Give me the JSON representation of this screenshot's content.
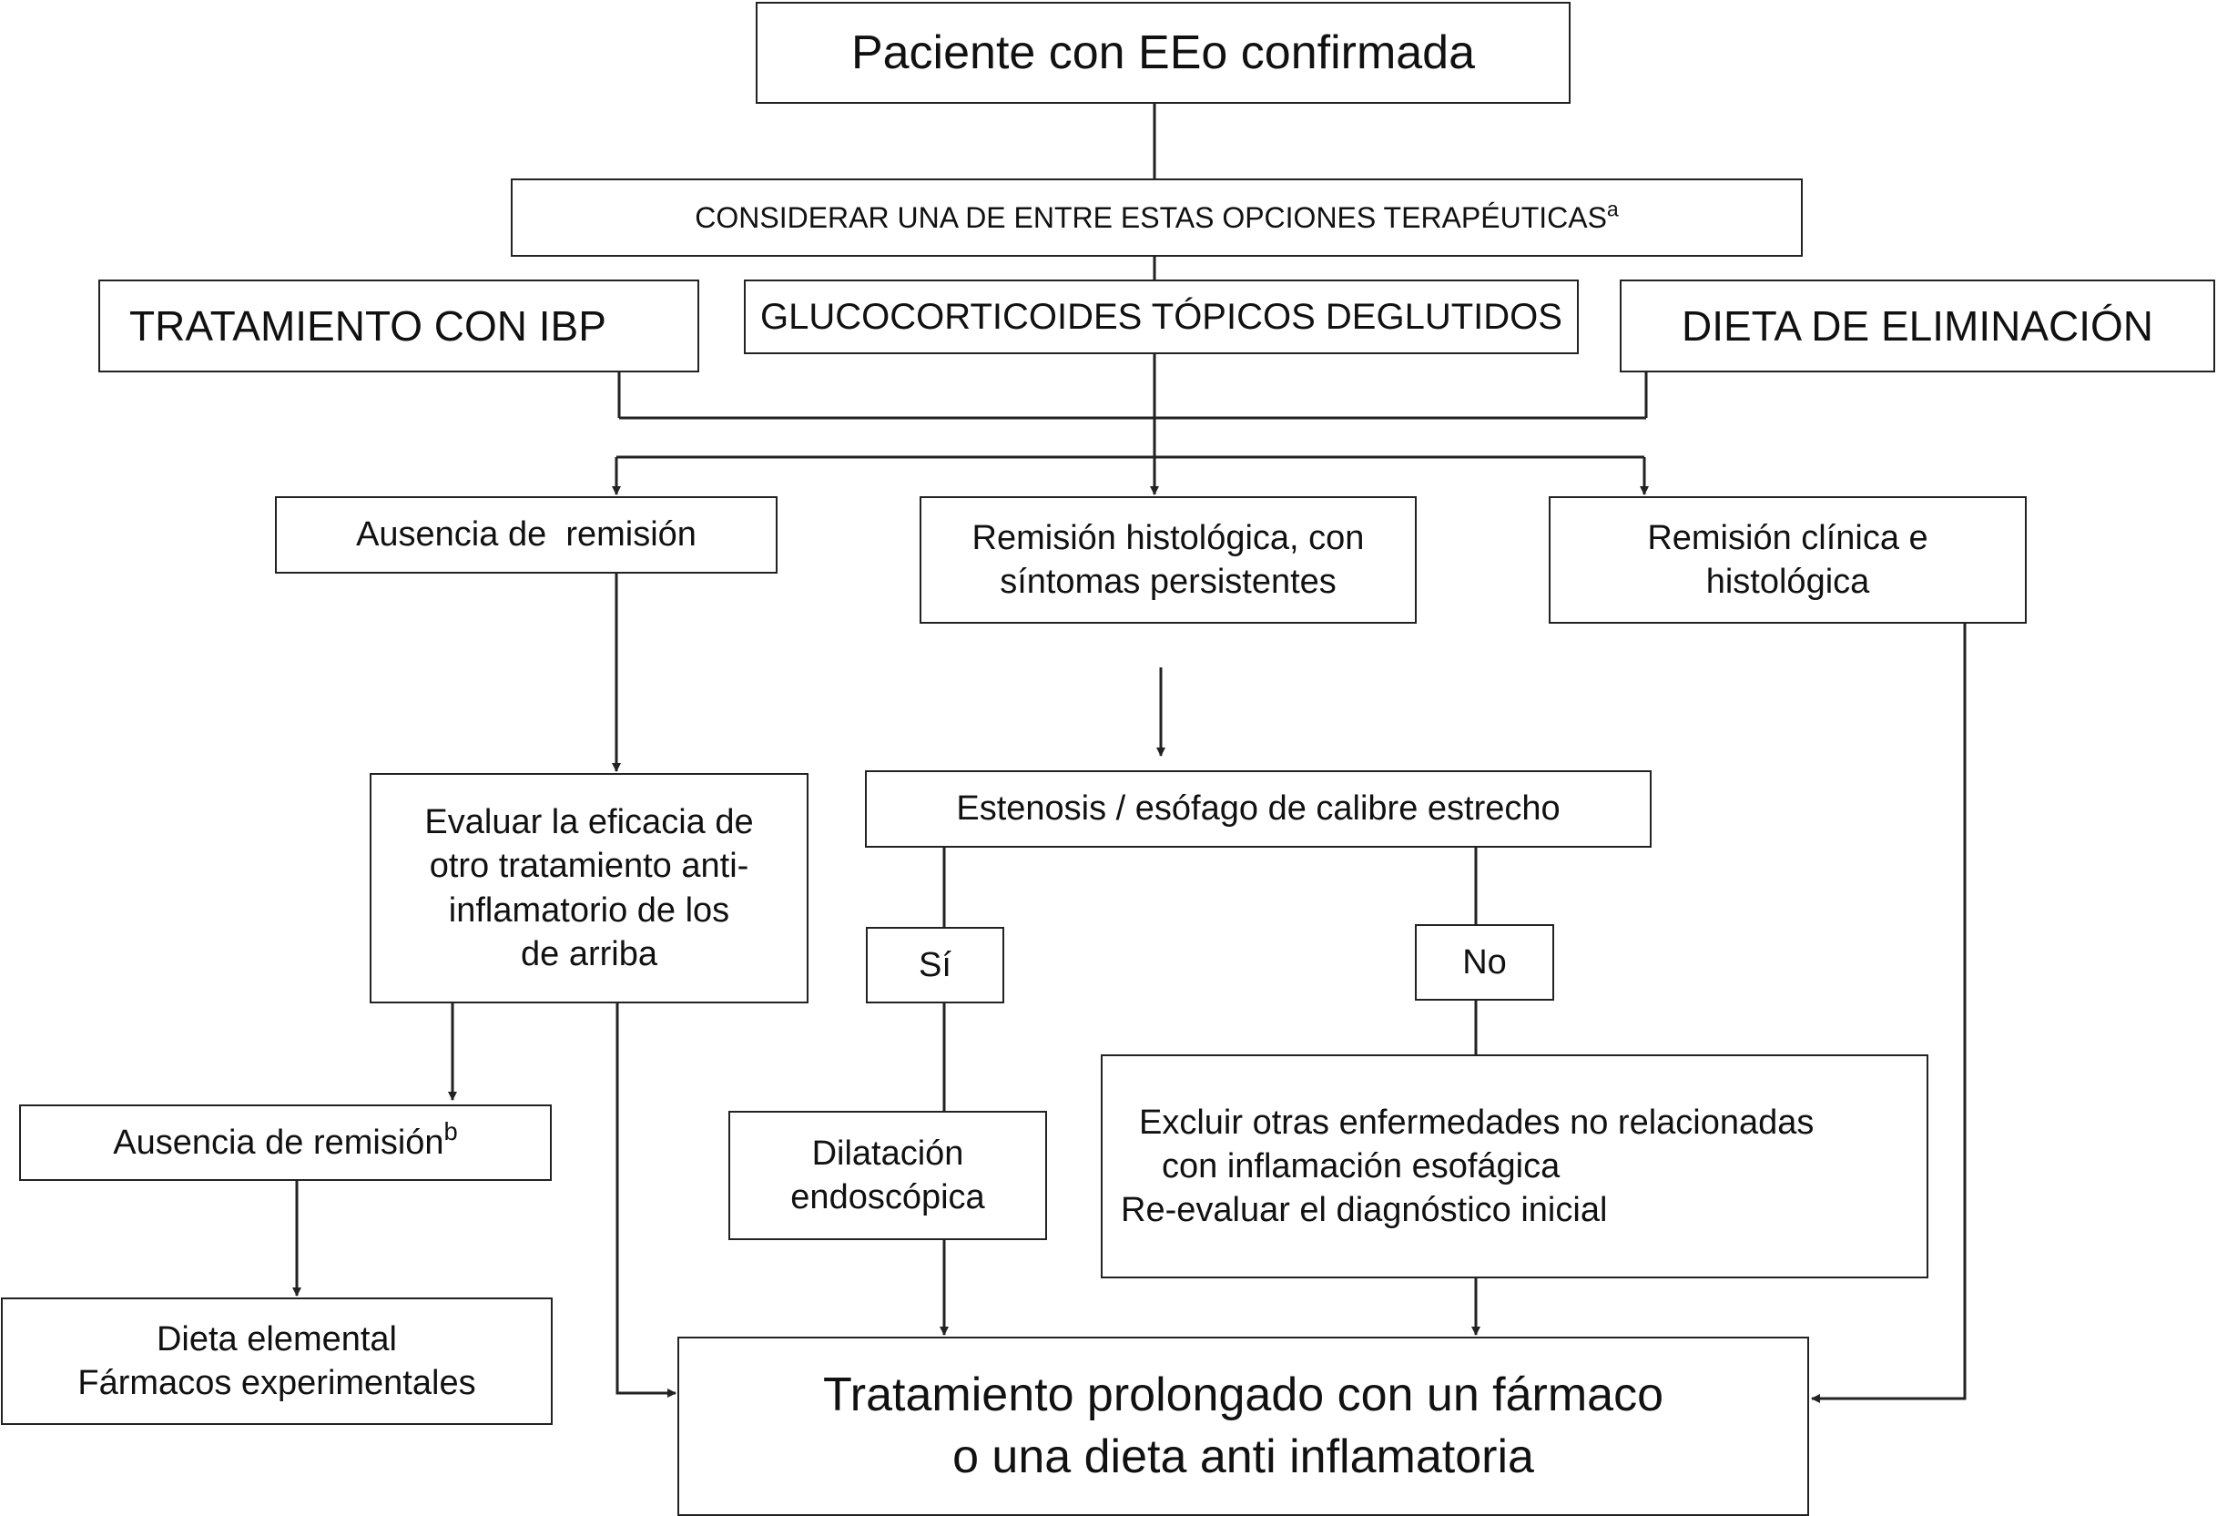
{
  "nodes": {
    "patient": "Paciente con EEo confirmada",
    "consider": {
      "text": "CONSIDERAR UNA DE ENTRE ESTAS OPCIONES TERAPÉUTICAS",
      "sup": "a"
    },
    "ibp": "TRATAMIENTO CON IBP",
    "gluco": "GLUCOCORTICOIDES TÓPICOS DEGLUTIDOS",
    "diet": "DIETA DE ELIMINACIÓN",
    "no_remission": "Ausencia de  remisión",
    "histo_remission": [
      "Remisión histológica, con",
      "síntomas persistentes"
    ],
    "clinical_remission": [
      "Remisión clínica e",
      "histológica"
    ],
    "evaluate": [
      "Evaluar la eficacia de",
      "otro tratamiento anti-",
      "inflamatorio de los",
      "de arriba"
    ],
    "stenosis": "Estenosis / esófago de calibre estrecho",
    "yes": "Sí",
    "no": "No",
    "no_remission_2": {
      "text": "Ausencia de remisión",
      "sup": "b"
    },
    "dilation": [
      "Dilatación",
      "endoscópica"
    ],
    "exclude": [
      "Excluir otras enfermedades no relacionadas",
      "con inflamación esofágica",
      "Re-evaluar el diagnóstico inicial"
    ],
    "elemental": [
      "Dieta elemental",
      "Fármacos experimentales"
    ],
    "long_term": [
      "Tratamiento prolongado con un fármaco",
      "o una dieta anti inflamatoria"
    ]
  },
  "colors": {
    "line": "#222222",
    "box_border": "#222222",
    "text": "#111111",
    "background": "#ffffff"
  }
}
